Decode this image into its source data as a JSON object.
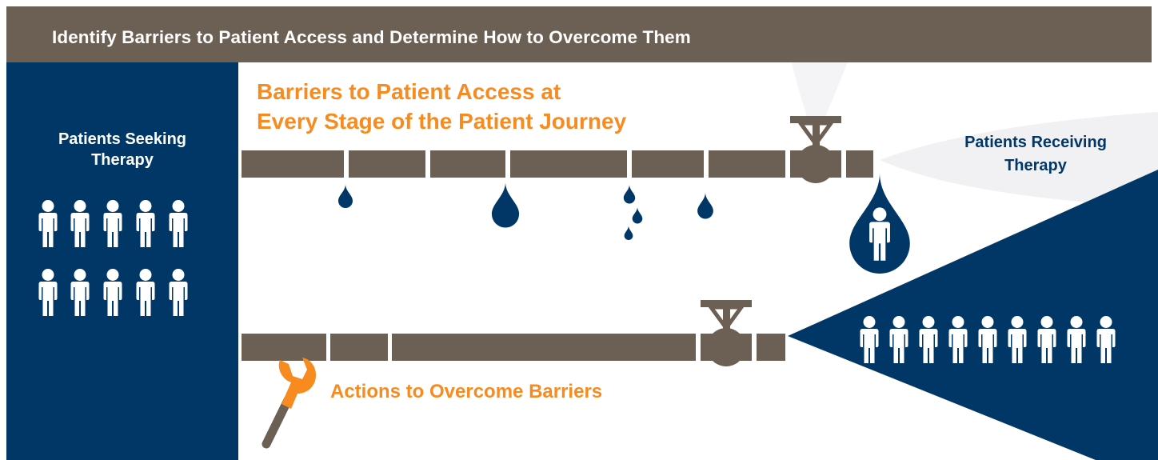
{
  "header": {
    "title": "Identify Barriers to Patient Access and Determine How to Overcome Them"
  },
  "left_panel": {
    "label_line1": "Patients Seeking",
    "label_line2": "Therapy",
    "people_count": 10
  },
  "barriers": {
    "title_line1": "Barriers to Patient Access at",
    "title_line2": "Every Stage of the Patient Journey",
    "drops_count": 6
  },
  "right": {
    "label_line1": "Patients Receiving",
    "label_line2": "Therapy",
    "people_count": 9
  },
  "actions": {
    "label": "Actions to Overcome Barriers"
  },
  "colors": {
    "header_bg": "#6c5f53",
    "navy": "#013767",
    "pipe": "#6c5f53",
    "orange": "#f78b1f",
    "white": "#ffffff"
  },
  "icons": [
    "person-icon",
    "water-drop-icon",
    "valve-icon",
    "wrench-icon"
  ]
}
